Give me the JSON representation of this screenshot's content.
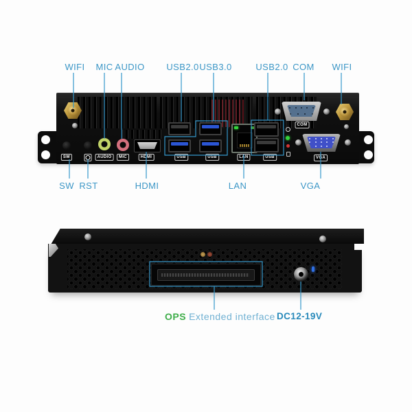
{
  "colors": {
    "page_bg": "#fdfdfd",
    "callout_blue": "#3598cb",
    "label_blue": "#3b96c6",
    "ops_green": "#3fae4a",
    "ext_interface_blue": "#6fb0d2",
    "dc_label_blue": "#2789ba",
    "usb3_tongue_blue": "#2b55d4",
    "audio_jack_green": "#c2d468",
    "mic_jack_pink": "#d4707e",
    "vga_port_blue": "#4050c8",
    "antenna_gold": "#c09a3e",
    "led_green": "#35d43c",
    "led_red": "#d43535",
    "led_power_blue": "#2f6fe4"
  },
  "top_view": {
    "labels_top": [
      "WIFI",
      "MIC",
      "AUDIO",
      "USB2.0",
      "USB3.0",
      "USB2.0",
      "COM",
      "WIFI"
    ],
    "labels_bottom": [
      "SW",
      "RST",
      "HDMI",
      "LAN",
      "VGA"
    ],
    "badges": {
      "sw": "SW",
      "audio": "AUDIO",
      "mic": "MIC",
      "hdmi": "HDMI",
      "usb_left": "USB",
      "usb_mid": "USB",
      "lan": "LAN",
      "usb_right": "USB",
      "com": "COM",
      "vga": "VGA"
    }
  },
  "bottom_view": {
    "ops_strong": "OPS",
    "ops_rest": "Extended interface",
    "dc": "DC12-19V"
  },
  "icons": {
    "rst_badge": "reset-icon",
    "power_indicator": "power-led-icon",
    "hdd_indicator": "hdd-led-icon"
  }
}
